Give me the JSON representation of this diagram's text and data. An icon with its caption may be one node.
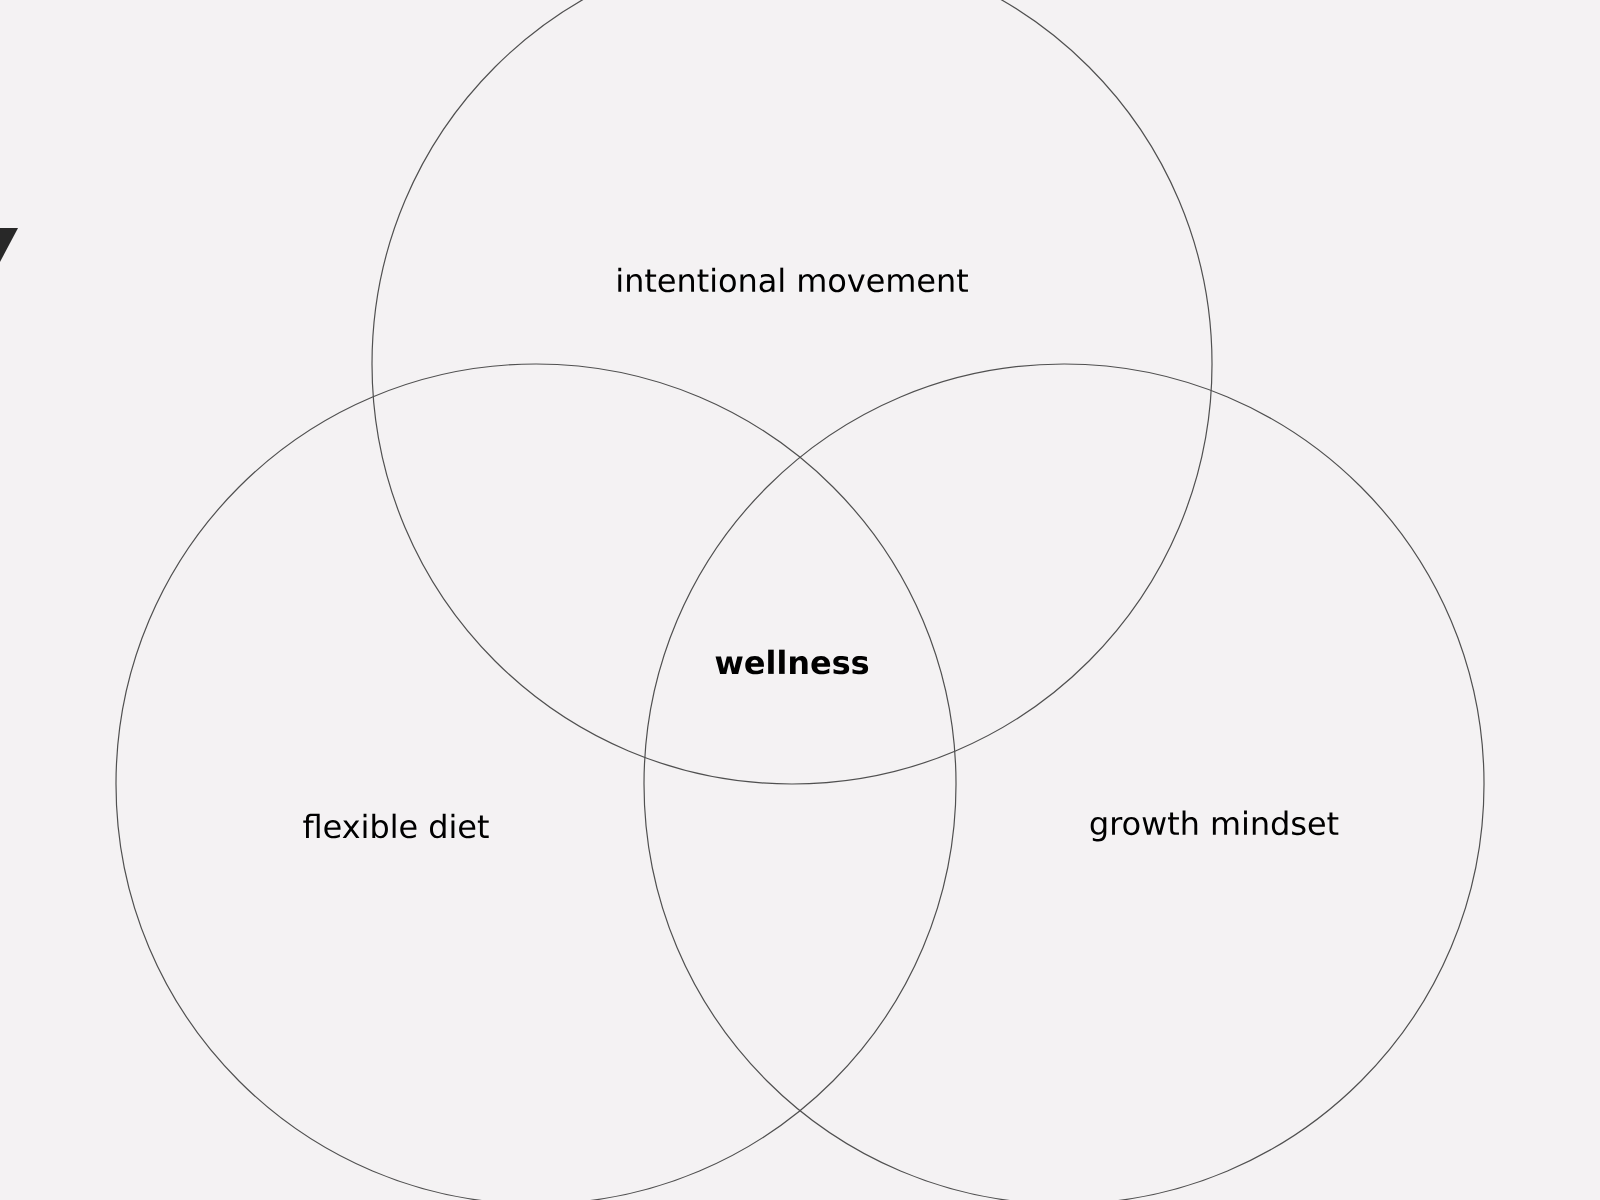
{
  "diagram": {
    "nodes": [
      {
        "text": [
          "intentional movement"
        ]
      },
      {
        "text": [
          "flexible diet"
        ]
      },
      {
        "text": [
          "growth mindset"
        ]
      }
    ],
    "labels": [
      "wellness"
    ]
  }
}
